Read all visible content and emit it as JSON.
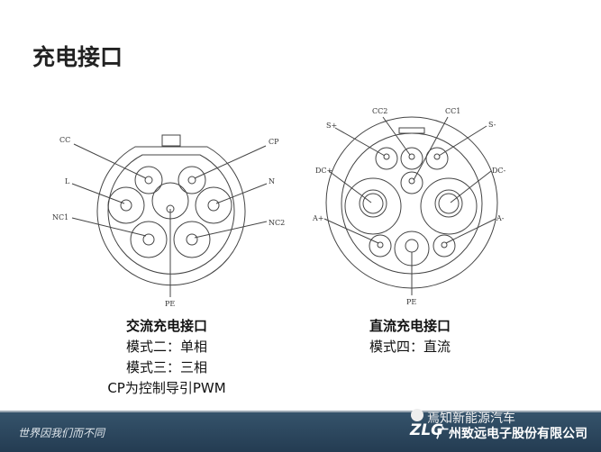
{
  "slide": {
    "title": "充电接口"
  },
  "ac": {
    "pin_labels": [
      "CC",
      "CP",
      "L",
      "N",
      "NC1",
      "NC2",
      "PE"
    ],
    "caption": [
      "交流充电接口",
      "模式二：单相",
      "模式三：三相",
      "CP为控制导引PWM"
    ]
  },
  "dc": {
    "pin_labels": [
      "CC2",
      "CC1",
      "S+",
      "S-",
      "DC+",
      "DC-",
      "A+",
      "A-",
      "PE"
    ],
    "caption": [
      "直流充电接口",
      "模式四：直流"
    ]
  },
  "footer": {
    "slogan": "世界因我们而不同",
    "logo": "ZLG",
    "company": "广州致远电子股份有限公司",
    "watermark": "焉知新能源汽车",
    "background": "#2d475e"
  }
}
